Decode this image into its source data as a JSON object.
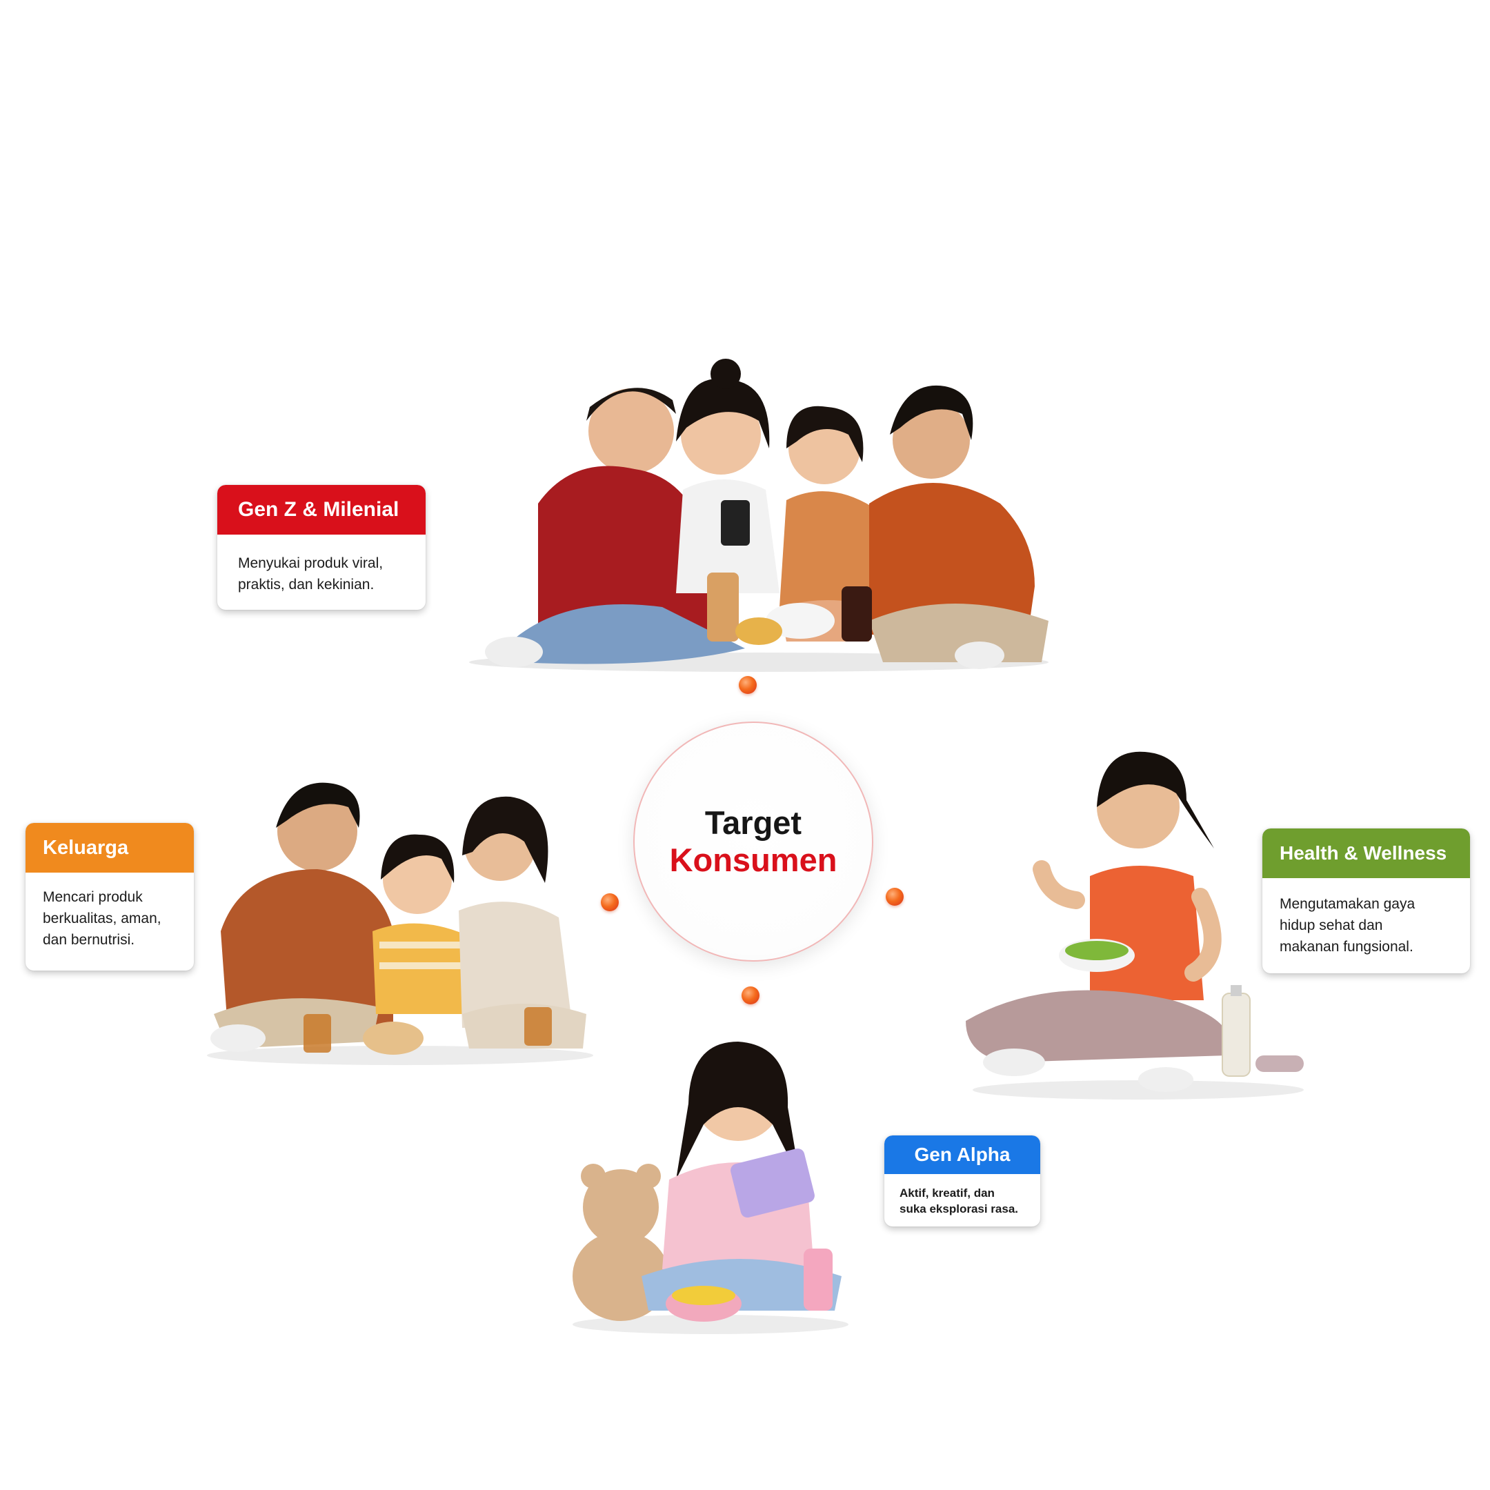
{
  "center": {
    "line1": "Target",
    "line2": "Konsumen"
  },
  "segments": [
    {
      "id": "genz",
      "title": "Gen Z & Milenial",
      "text_lines": [
        "Menyukai produk viral,",
        "praktis, dan kekinian."
      ],
      "color": "#d9101b"
    },
    {
      "id": "keluarga",
      "title": "Keluarga",
      "text_lines": [
        "Mencari produk",
        "berkualitas, aman,",
        "dan bernutrisi."
      ],
      "color": "#f08a1e"
    },
    {
      "id": "health",
      "title": "Health & Wellness",
      "text_lines": [
        "Mengutamakan gaya",
        "hidup sehat dan",
        "makanan fungsional."
      ],
      "color": "#6f9e2e"
    },
    {
      "id": "genalpha",
      "title": "Gen Alpha",
      "text_lines": [
        "Aktif, kreatif, dan",
        "suka eksplorasi rasa."
      ],
      "color": "#1a78e6"
    }
  ],
  "icons": [
    "dot-icon"
  ]
}
